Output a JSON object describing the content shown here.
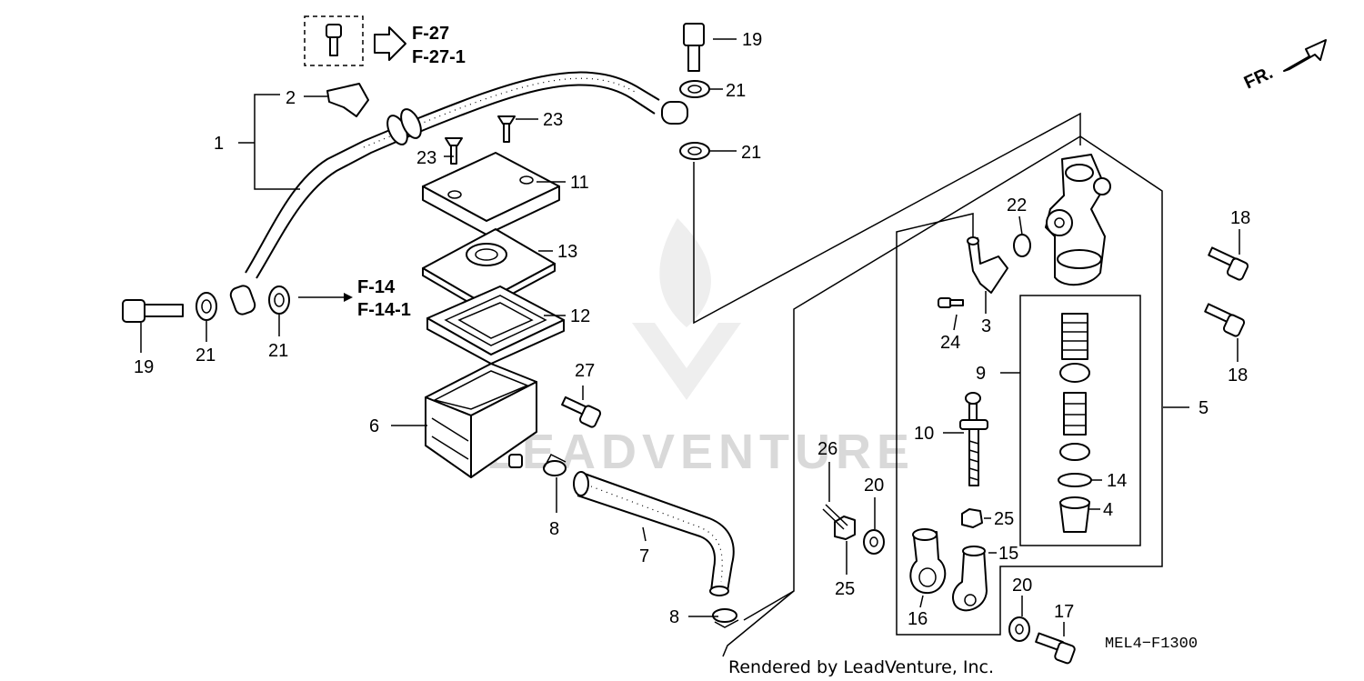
{
  "diagram": {
    "callouts": {
      "c1": "1",
      "c2": "2",
      "c3": "3",
      "c4": "4",
      "c5": "5",
      "c6": "6",
      "c7": "7",
      "c8a": "8",
      "c8b": "8",
      "c9": "9",
      "c10": "10",
      "c11": "11",
      "c12": "12",
      "c13": "13",
      "c14": "14",
      "c15": "15",
      "c16": "16",
      "c17": "17",
      "c18a": "18",
      "c18b": "18",
      "c19a": "19",
      "c19b": "19",
      "c20a": "20",
      "c20b": "20",
      "c21a": "21",
      "c21b": "21",
      "c21c": "21",
      "c21d": "21",
      "c22": "22",
      "c23a": "23",
      "c23b": "23",
      "c24": "24",
      "c25a": "25",
      "c25b": "25",
      "c26": "26",
      "c27": "27"
    },
    "references": {
      "ref_top_1": "F-27",
      "ref_top_2": "F-27-1",
      "ref_mid_1": "F-14",
      "ref_mid_2": "F-14-1"
    },
    "direction_label": "FR.",
    "diagram_code": "MEL4−F1300",
    "credit": "Rendered by LeadVenture, Inc.",
    "watermark": "LEADVENTURE"
  }
}
